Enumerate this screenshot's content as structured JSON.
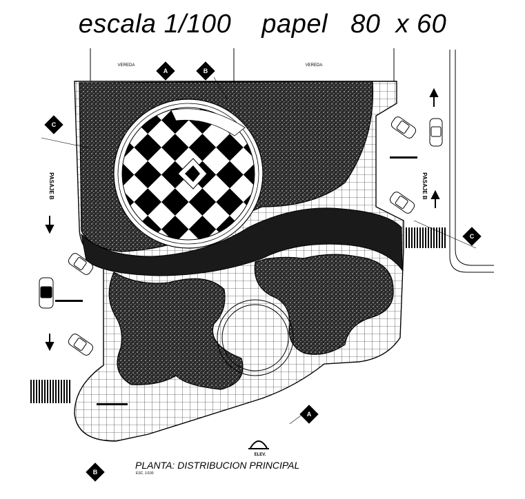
{
  "header": {
    "title": "escala 1/100    papel   80  x 60"
  },
  "plan": {
    "title": "PLANTA: DISTRIBUCION PRINCIPAL",
    "scale": "ESC. 1/100",
    "labels": {
      "vereda_left": "VEREDA",
      "vereda_right": "VEREDA",
      "pasaje_left": "PASAJE B",
      "pasaje_right": "PASAJE B",
      "elev": "ELEV."
    },
    "section_markers": [
      "A",
      "A",
      "B",
      "B",
      "C",
      "C"
    ]
  },
  "colors": {
    "ink": "#000000",
    "paper": "#ffffff",
    "hatch": "#1a1a1a"
  }
}
